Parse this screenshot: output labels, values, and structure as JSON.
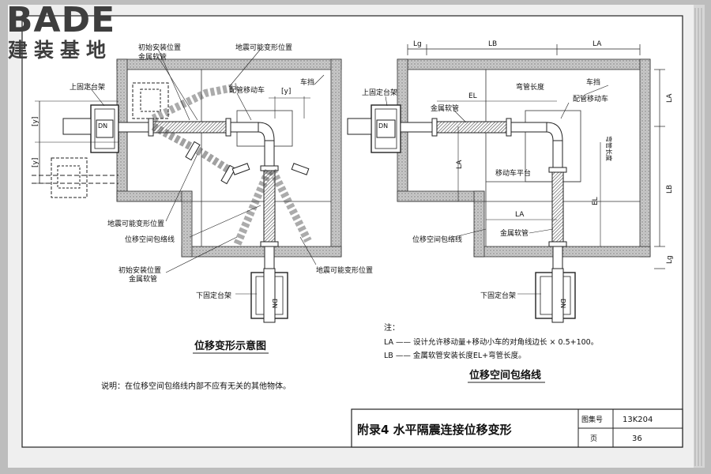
{
  "logo": {
    "brand": "BADE",
    "subtitle": "建装基地"
  },
  "left_diagram": {
    "title": "位移变形示意图",
    "labels": {
      "initial_pos_1": "初始安装位置",
      "hose_1": "金属软管",
      "seismic_top": "地震可能变形位置",
      "cart": "配管移动车",
      "stop": "车挡",
      "upper_support": "上固定台架",
      "dn_top": "DN",
      "y1": "[y]",
      "y2": "[y]",
      "y3": "[y]",
      "seismic_left": "地震可能变形位置",
      "envelope": "位移空间包络线",
      "initial_pos_2": "初始安装位置",
      "hose_2": "金属软管",
      "seismic_bottom": "地震可能变形位置",
      "lower_support": "下固定台架",
      "dn_bottom": "DN"
    },
    "note": "说明：在位移空间包络线内部不应有无关的其他物体。"
  },
  "right_diagram": {
    "title": "位移空间包络线",
    "labels": {
      "lg_top": "Lg",
      "lb_top": "LB",
      "la_top": "LA",
      "upper_support": "上固定台架",
      "stop": "车挡",
      "el": "EL",
      "bend_len": "弯管长度",
      "hose_top": "金属软管",
      "cart": "配管移动车",
      "dn": "DN",
      "la_left": "LA",
      "cart_platform": "移动车平台",
      "bend_len_v": "弯管长度",
      "la_right": "LA",
      "lb_right": "LB",
      "el_right": "EL",
      "lg_right": "Lg",
      "la_mid": "LA",
      "envelope": "位移空间包络线",
      "hose_bottom": "金属软管",
      "lower_support": "下固定台架",
      "dn_bottom": "DN"
    },
    "notes": {
      "heading": "注：",
      "la": "LA —— 设计允许移动量+移动小车的对角线边长 × 0.5+100。",
      "lb": "LB —— 金属软管安装长度EL+弯管长度。"
    }
  },
  "title_block": {
    "title": "附录4 水平隔震连接位移变形",
    "atlas_label": "图集号",
    "atlas_no": "13K204",
    "page_label": "页",
    "page_no": "36"
  }
}
